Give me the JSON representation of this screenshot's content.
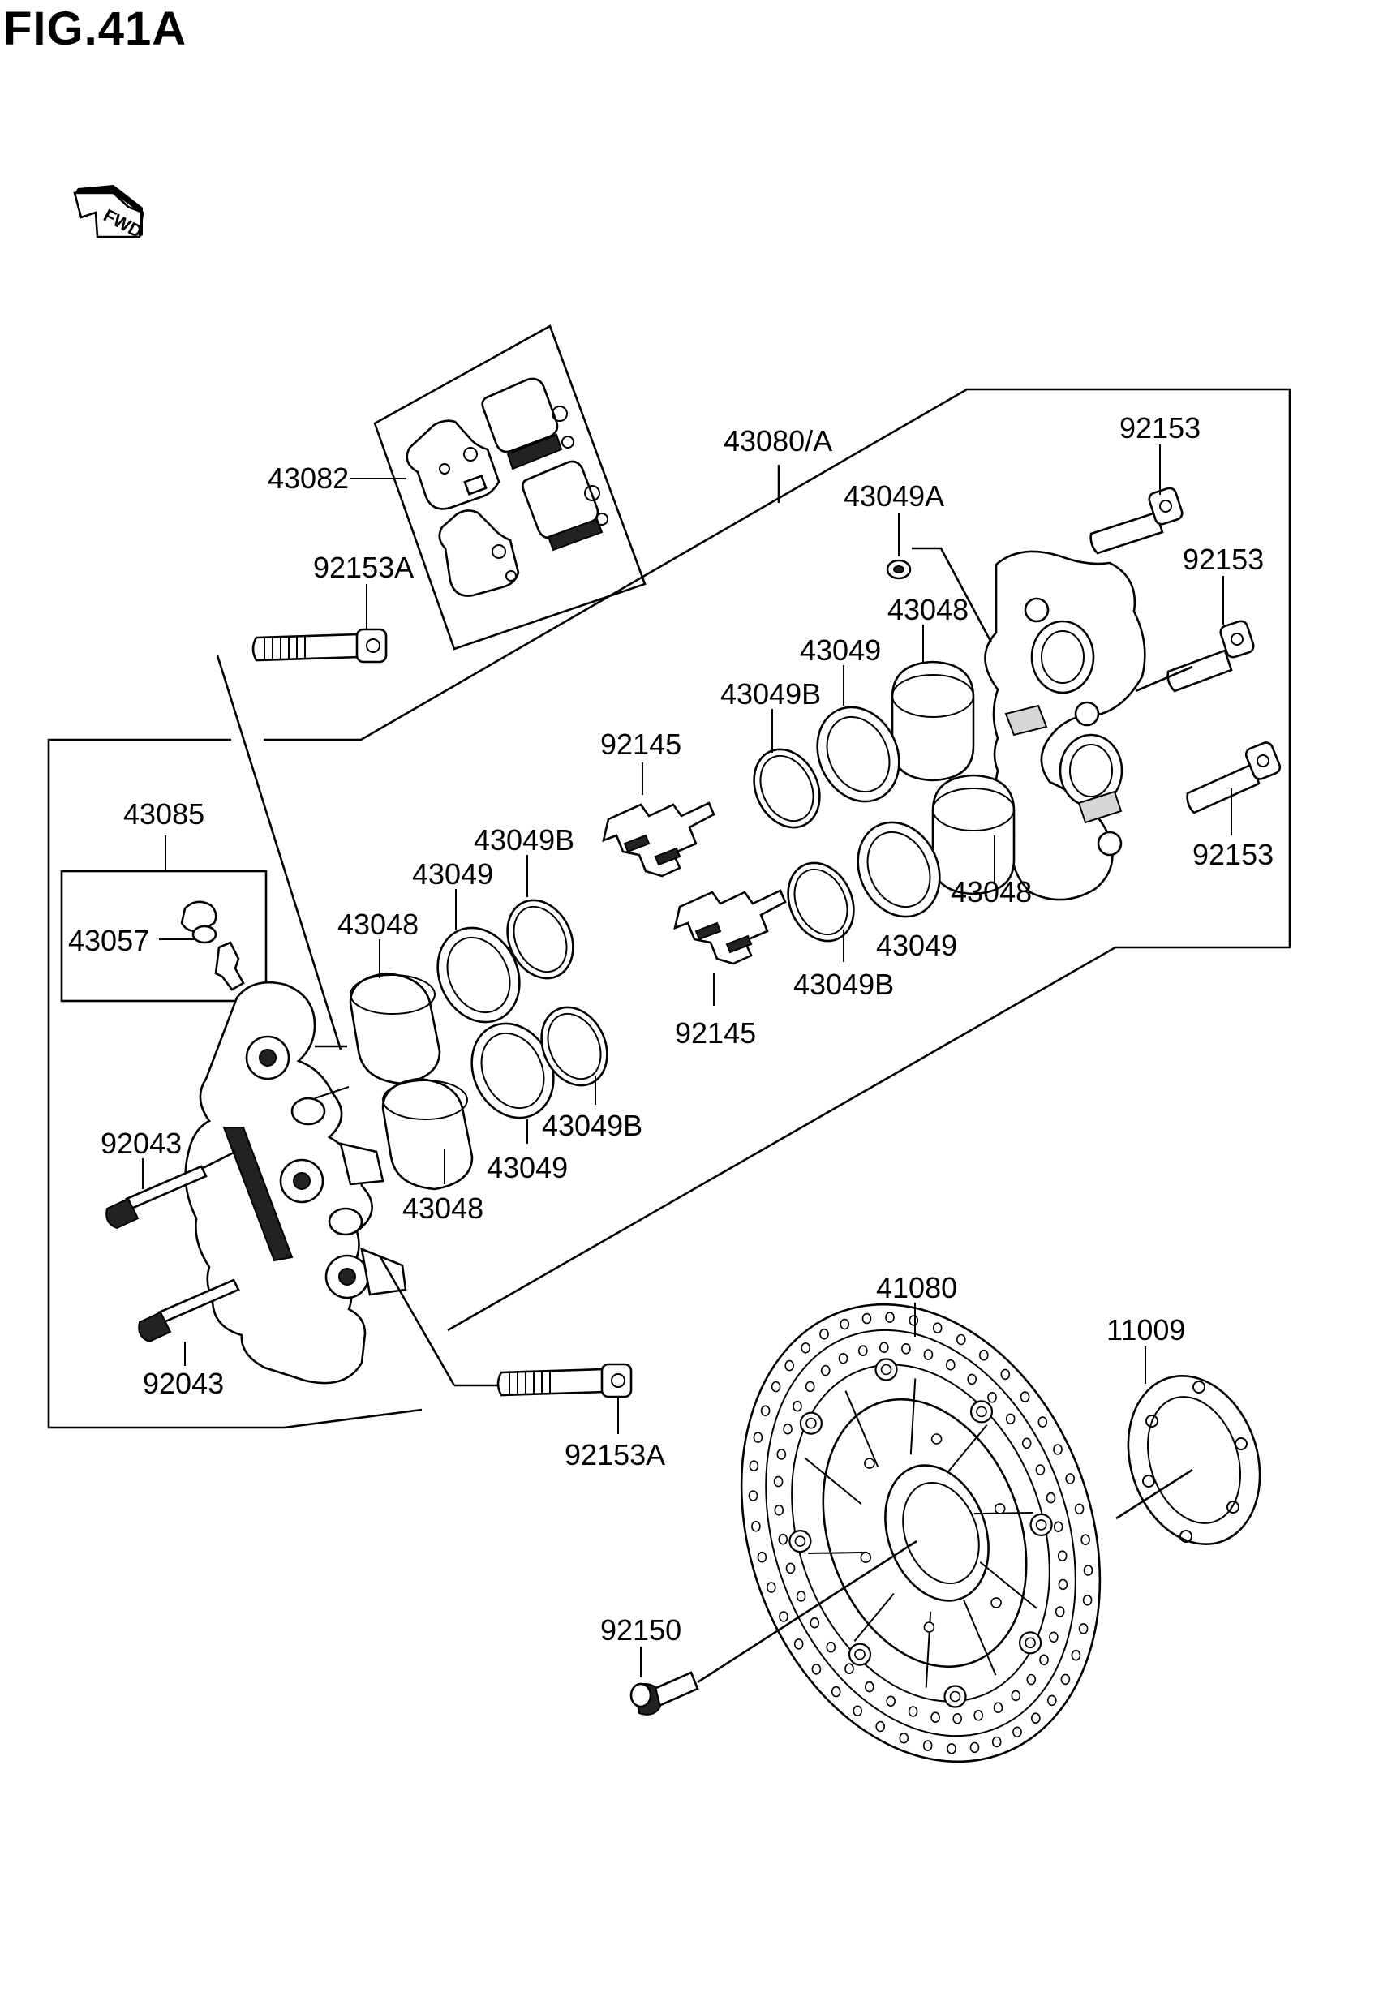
{
  "figure": {
    "title": "FIG.41A",
    "fwd_label": "FWD"
  },
  "labels": {
    "l43082": "43082",
    "l92153A_top": "92153A",
    "l43080A": "43080/A",
    "l92153_a": "92153",
    "l43049A": "43049A",
    "l92153_b": "92153",
    "l43048_a": "43048",
    "l43049_a": "43049",
    "l43049B_a": "43049B",
    "l92145_a": "92145",
    "l92153_c": "92153",
    "l43048_b": "43048",
    "l43049_b": "43049",
    "l43049B_b": "43049B",
    "l92145_b": "92145",
    "l43085": "43085",
    "l43049_c": "43049",
    "l43049B_c": "43049B",
    "l43057": "43057",
    "l43048_c": "43048",
    "l92043_a": "92043",
    "l43049B_d": "43049B",
    "l43049_d": "43049",
    "l43048_d": "43048",
    "l92043_b": "92043",
    "l41080": "41080",
    "l11009": "11009",
    "l92153A_bottom": "92153A",
    "l92150": "92150"
  }
}
